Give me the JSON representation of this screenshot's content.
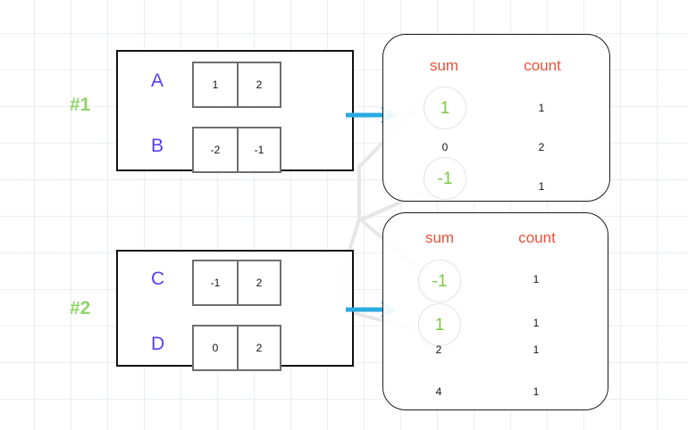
{
  "diagram": {
    "title": "Two-step sum/count aggregation diagram",
    "colors": {
      "grid": "#dae0e6",
      "step_tag": "#8fd46a",
      "row_label": "#5b3ef0",
      "column_header": "#e8523a",
      "highlight_value": "#7ac943",
      "arrow": "#29abe2",
      "panel_border": "#111111",
      "cell_border": "#6e6e6e",
      "connector": "#e3e3e3"
    },
    "steps": [
      {
        "tag": "#1",
        "input_rows": [
          {
            "label": "A",
            "cells": [
              "1",
              "2"
            ]
          },
          {
            "label": "B",
            "cells": [
              "-2",
              "-1"
            ]
          }
        ],
        "output": {
          "headers": [
            "sum",
            "count"
          ],
          "rows": [
            {
              "sum": "1",
              "count": "1",
              "highlighted": true
            },
            {
              "sum": "0",
              "count": "2",
              "highlighted": false
            },
            {
              "sum": "-1",
              "count": "1",
              "highlighted": true
            }
          ]
        }
      },
      {
        "tag": "#2",
        "input_rows": [
          {
            "label": "C",
            "cells": [
              "-1",
              "2"
            ]
          },
          {
            "label": "D",
            "cells": [
              "0",
              "2"
            ]
          }
        ],
        "output": {
          "headers": [
            "sum",
            "count"
          ],
          "rows": [
            {
              "sum": "-1",
              "count": "1",
              "highlighted": true
            },
            {
              "sum": "1",
              "count": "1",
              "highlighted": true
            },
            {
              "sum": "2",
              "count": "1",
              "highlighted": false
            },
            {
              "sum": "4",
              "count": "1",
              "highlighted": false
            }
          ]
        }
      }
    ],
    "arrows": [
      {
        "name": "arrow-step-1",
        "label": ""
      },
      {
        "name": "arrow-step-2",
        "label": ""
      }
    ]
  }
}
